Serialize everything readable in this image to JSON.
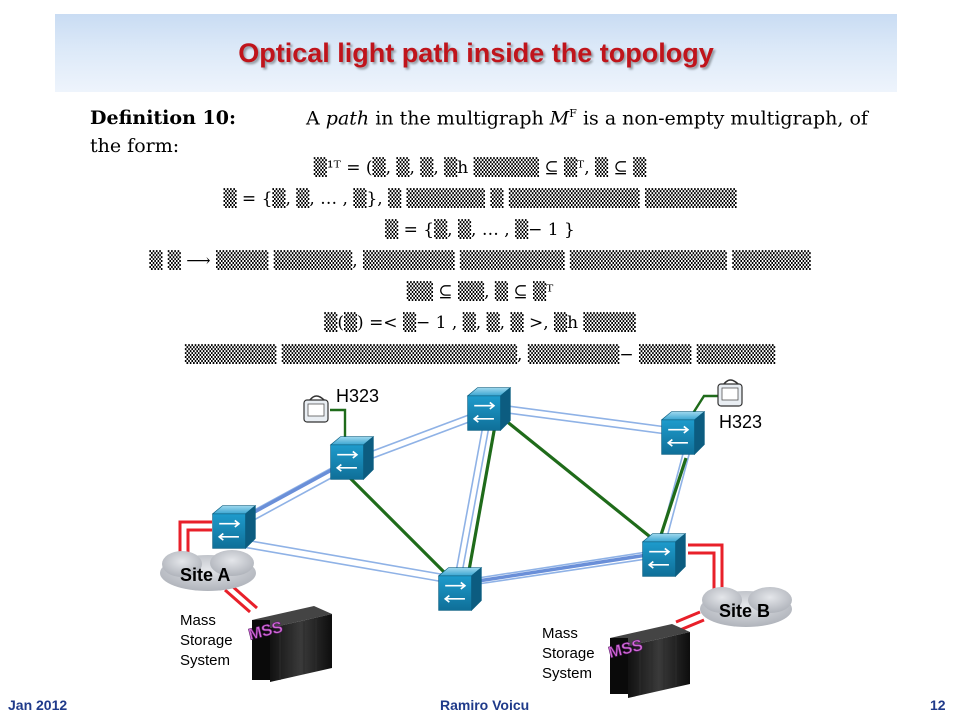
{
  "slide": {
    "title": "Optical light path inside the topology",
    "definition": {
      "label": "Definition 10:",
      "text_before": "A",
      "term": "path",
      "text_middle": "in the multigraph",
      "graph_symbol": "M",
      "graph_superscript": "F",
      "text_after": "is a non-empty multigraph, of the form:"
    },
    "equations": [
      "▒¹ᵀ = (▒, ▒, ▒, ▒h ▒▒▒▒▒ ⊆ ▒ᵀ, ▒ ⊆ ▒",
      "▒ = {▒, ▒, … , ▒}, ▒ ▒▒▒▒▒▒ ▒ ▒▒▒▒▒▒▒▒▒▒ ▒▒▒▒▒▒▒",
      "▒ = {▒, ▒, … , ▒− 1 }",
      "▒ ▒ ⟶ ▒▒▒▒ ▒▒▒▒▒▒, ▒▒▒▒▒▒▒ ▒▒▒▒▒▒▒▒ ▒▒▒▒▒▒▒▒▒▒▒▒ ▒▒▒▒▒▒",
      "▒▒ ⊆ ▒▒, ▒ ⊆ ▒ᵀ",
      "▒(▒) =< ▒− 1 , ▒, ▒, ▒ >, ▒h ▒▒▒▒",
      "▒▒▒▒▒▒▒ ▒▒▒▒▒▒▒▒▒▒▒▒▒▒▒▒▒▒, ▒▒▒▒▒▒▒− ▒▒▒▒ ▒▒▒▒▒▒"
    ]
  },
  "network": {
    "h323_left": "H323",
    "h323_right": "H323",
    "site_a": "Site A",
    "site_b": "Site B",
    "mss_left": {
      "line1": "Mass",
      "line2": "Storage",
      "line3": "System",
      "logo": "MSS"
    },
    "mss_right": {
      "line1": "Mass",
      "line2": "Storage",
      "line3": "System",
      "logo": "MSS"
    },
    "colors": {
      "switch": "#1a88b8",
      "light_link": "#7da3dc",
      "lightpath": "#1f6b1a",
      "access": "#e8202a",
      "cloud": "#b9bdc4"
    }
  },
  "footer": {
    "date": "Jan 2012",
    "author": "Ramiro Voicu",
    "page": "12"
  }
}
